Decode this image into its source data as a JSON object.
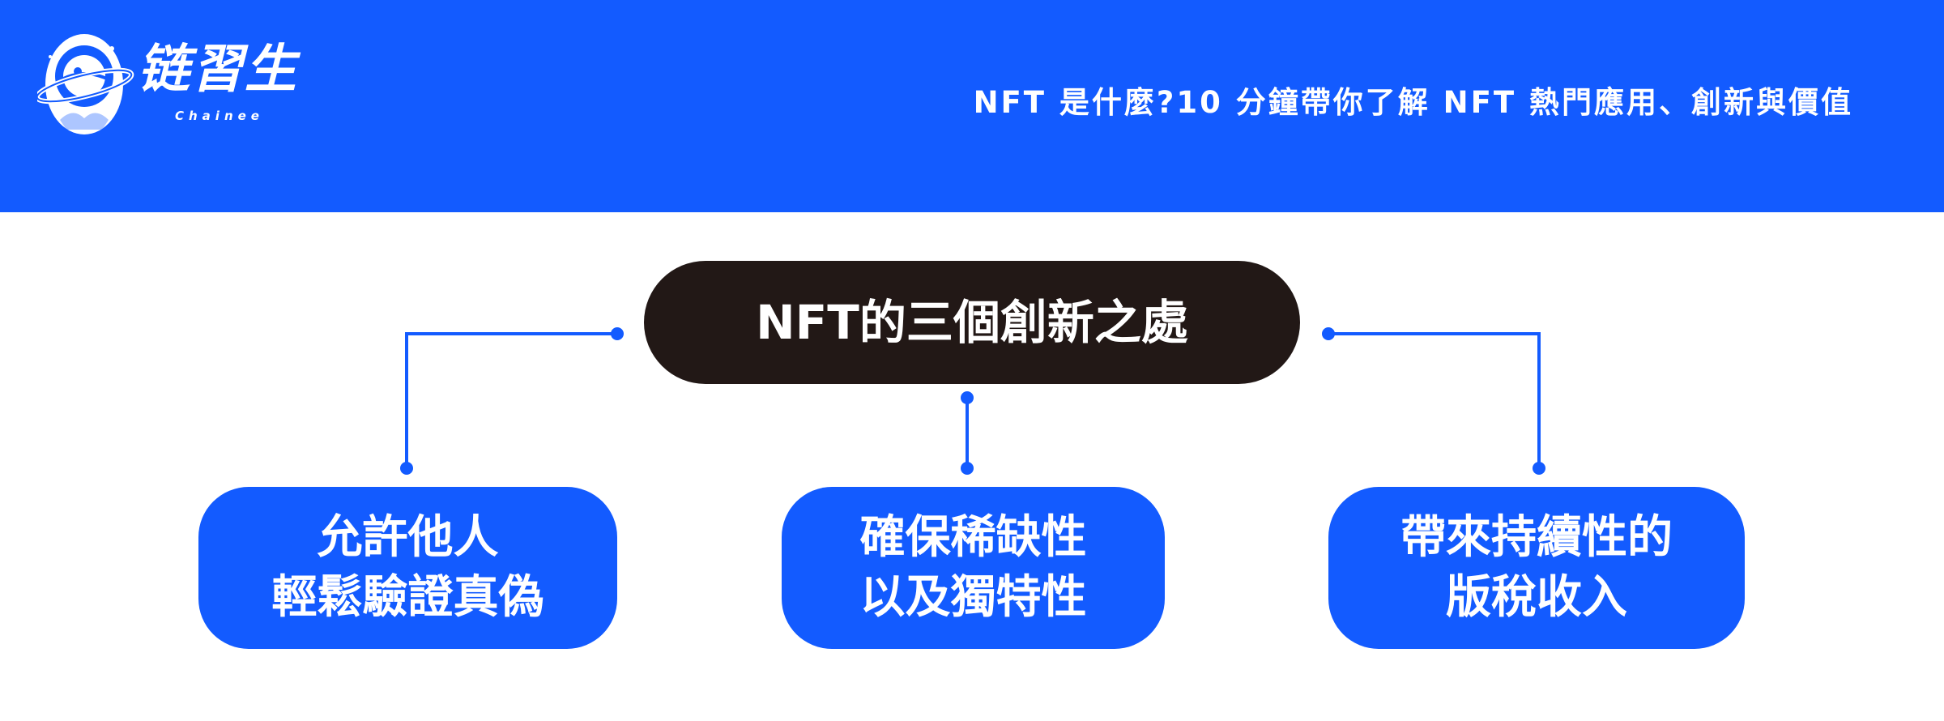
{
  "header": {
    "logo_text": "链習生",
    "logo_subtext": "Chainee",
    "title": "NFT 是什麼?10 分鐘帶你了解 NFT 熱門應用、創新與價值"
  },
  "diagram": {
    "root": {
      "label": "NFT的三個創新之處"
    },
    "children": [
      {
        "lines": [
          "允許他人",
          "輕鬆驗證真偽"
        ]
      },
      {
        "lines": [
          "確保稀缺性",
          "以及獨特性"
        ]
      },
      {
        "lines": [
          "帶來持續性的",
          "版稅收入"
        ]
      }
    ]
  },
  "colors": {
    "brand_blue": "#135bff",
    "root_fill": "#221816",
    "connector": "#135bff",
    "text_light": "#ffffff"
  },
  "icons": {
    "logo": "astronaut-planet-logo-icon"
  }
}
